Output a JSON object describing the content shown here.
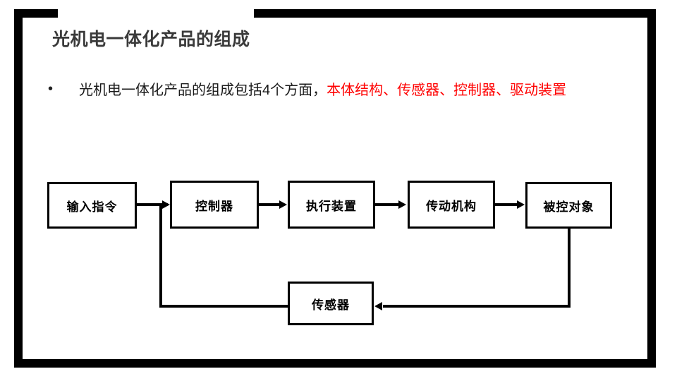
{
  "slide": {
    "title": "光机电一体化产品的组成",
    "bullet_marker": "•",
    "bullet": {
      "text_black": "光机电一体化产品的组成包括4个方面，",
      "text_red": "本体结构、传感器、控制器、驱动装置",
      "accent_color": "#ff0000"
    }
  },
  "diagram": {
    "nodes": [
      {
        "id": "input-command",
        "label": "输入指令"
      },
      {
        "id": "controller",
        "label": "控制器"
      },
      {
        "id": "actuator",
        "label": "执行装置"
      },
      {
        "id": "transmission",
        "label": "传动机构"
      },
      {
        "id": "controlled-object",
        "label": "被控对象"
      },
      {
        "id": "sensor",
        "label": "传感器"
      }
    ]
  }
}
